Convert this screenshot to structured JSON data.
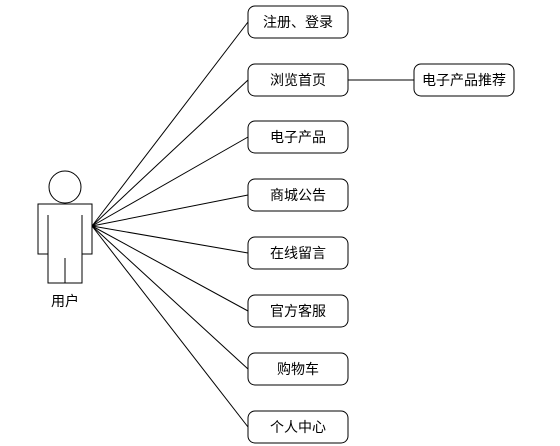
{
  "actor": {
    "label": "用户"
  },
  "use_cases": [
    {
      "label": "注册、登录"
    },
    {
      "label": "浏览首页"
    },
    {
      "label": "电子产品"
    },
    {
      "label": "商城公告"
    },
    {
      "label": "在线留言"
    },
    {
      "label": "官方客服"
    },
    {
      "label": "购物车"
    },
    {
      "label": "个人中心"
    }
  ],
  "extensions": [
    {
      "label": "电子产品推荐",
      "parent": 1
    }
  ],
  "colors": {
    "stroke": "#000000",
    "box_fill": "#ffffff",
    "background": "#ffffff"
  }
}
